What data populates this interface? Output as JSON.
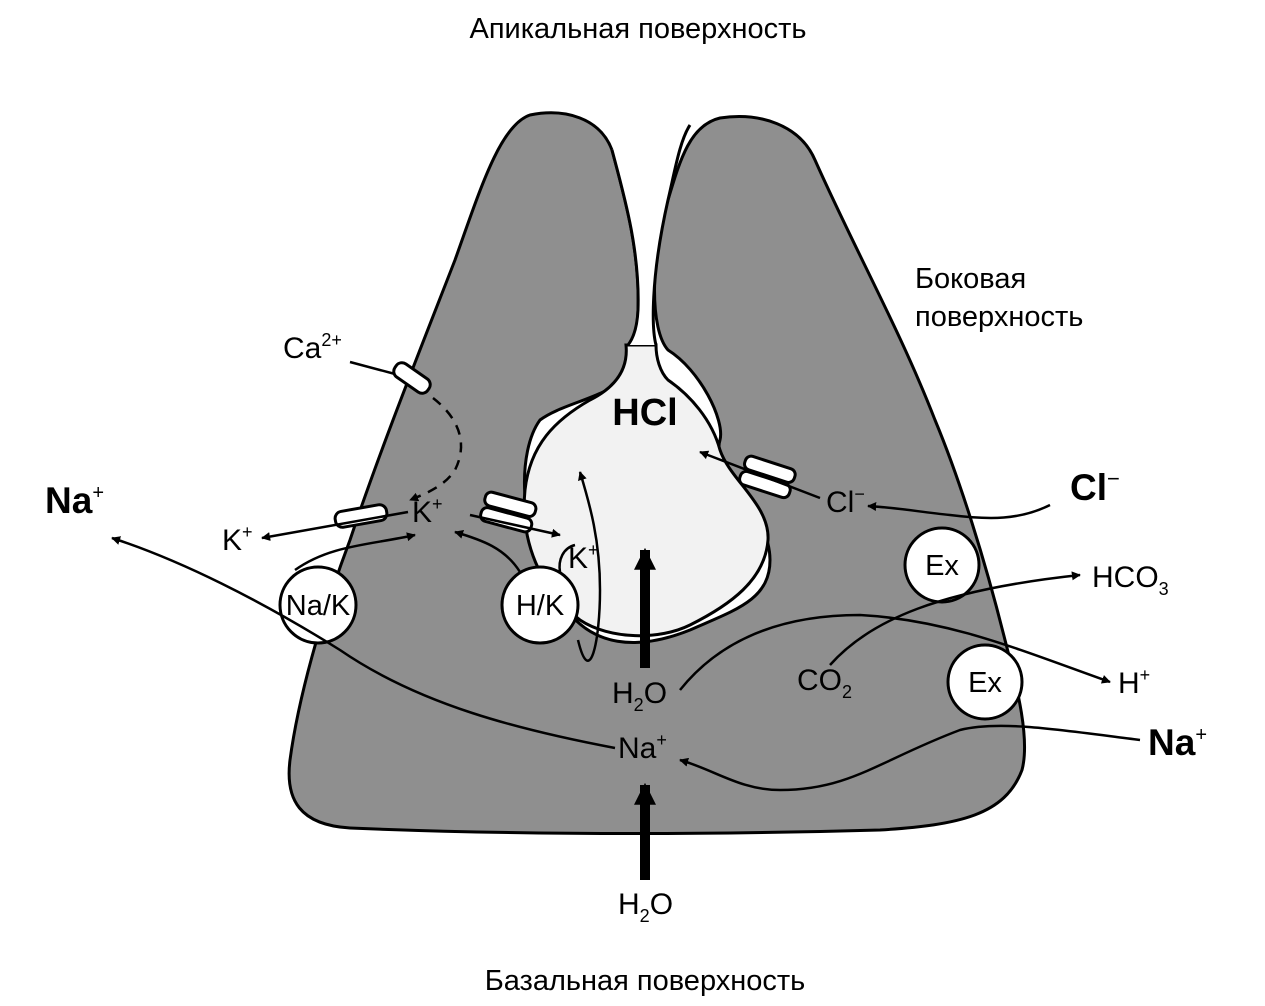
{
  "labels": {
    "apical": "Апикальная поверхность",
    "lateral_line1": "Боковая",
    "lateral_line2": "поверхность",
    "basal": "Базальная поверхность",
    "hcl": "HCl",
    "na_left": "Na",
    "na_left_sup": "+",
    "na_right": "Na",
    "na_right_sup": "+",
    "cl_out": "Cl",
    "cl_out_sup": "−",
    "ca": "Ca",
    "ca_sup": "2+",
    "k_center": "K",
    "k_center_sup": "+",
    "k_left": "K",
    "k_left_sup": "+",
    "k_hk": "K",
    "k_hk_sup": "+",
    "cl_in": "Cl",
    "cl_in_sup": "−",
    "hco3": "HCO",
    "hco3_sub": "3",
    "h_plus": "H",
    "h_plus_sup": "+",
    "co2": "CO",
    "co2_sub": "2",
    "h2o_mid": "H",
    "h2o_mid_sub": "2",
    "h2o_mid_o": "O",
    "na_mid": "Na",
    "na_mid_sup": "+",
    "h2o_bottom": "H",
    "h2o_bottom_sub": "2",
    "h2o_bottom_o": "O"
  },
  "transporters": {
    "na_k": "Na/K",
    "h_k": "H/K",
    "ex_upper": "Ex",
    "ex_lower": "Ex"
  },
  "colors": {
    "cell": "#8f8f8f",
    "canaliculus": "#f2f2f2",
    "ink": "#000000",
    "background": "#ffffff"
  }
}
